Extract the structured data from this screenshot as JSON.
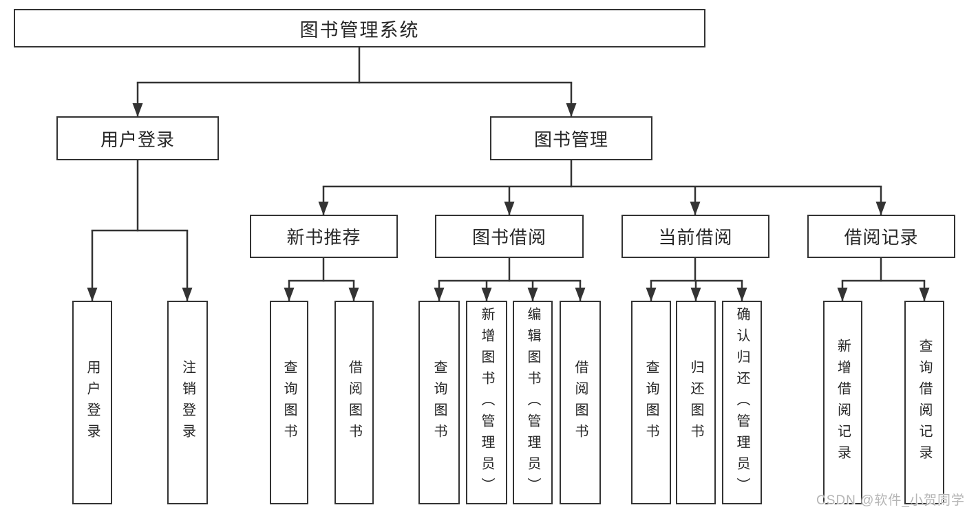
{
  "diagram_title": "图书管理系统",
  "nodes": {
    "root": {
      "label": "图书管理系统"
    },
    "user_login": {
      "label": "用户登录"
    },
    "book_management": {
      "label": "图书管理"
    },
    "new_book_recommendation": {
      "label": "新书推荐"
    },
    "book_borrowing": {
      "label": "图书借阅"
    },
    "current_borrowing": {
      "label": "当前借阅"
    },
    "borrowing_records": {
      "label": "借阅记录"
    }
  },
  "leaves": {
    "user_login": "用户登录",
    "logout": "注销登录",
    "recommend_query_books": "查询图书",
    "recommend_borrow_books": "借阅图书",
    "borrow_query_books": "查询图书",
    "borrow_add_books_admin": "新增图书（管理员）",
    "borrow_edit_books_admin": "编辑图书（管理员）",
    "borrow_borrow_books": "借阅图书",
    "current_query_books": "查询图书",
    "current_return_books": "归还图书",
    "current_confirm_return_admin": "确认归还（管理员）",
    "records_add_record": "新增借阅记录",
    "records_query_record": "查询借阅记录"
  },
  "watermark": {
    "text": "CSDN @软件_小贺同学"
  },
  "colors": {
    "line": "#333333",
    "text": "#262626",
    "box_background": "#ffffff",
    "watermark": "#b5b5b5",
    "page_background": "#ffffff"
  }
}
